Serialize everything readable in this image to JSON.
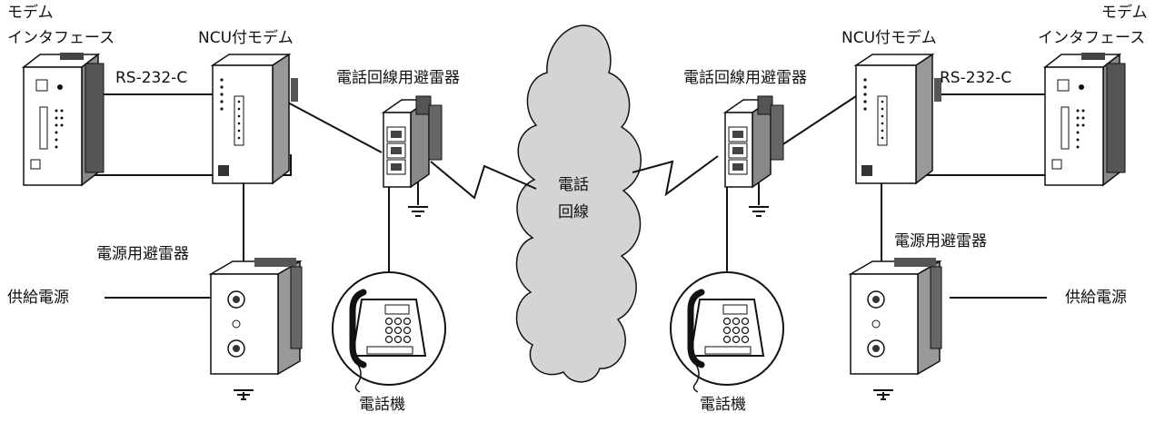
{
  "labels": {
    "modem_interface_1": "モデム",
    "modem_interface_2": "インタフェース",
    "ncu_modem": "NCU付モデム",
    "rs232c": "RS-232-C",
    "line_arrester": "電話回線用避雷器",
    "power_arrester": "電源用避雷器",
    "supply_power": "供給電源",
    "telephone": "電話機",
    "cloud_1": "電話",
    "cloud_2": "回線"
  },
  "colors": {
    "line": "#111111",
    "cloud_fill": "#d4d4d4",
    "device_fill": "#ffffff",
    "device_shade": "#777777"
  }
}
